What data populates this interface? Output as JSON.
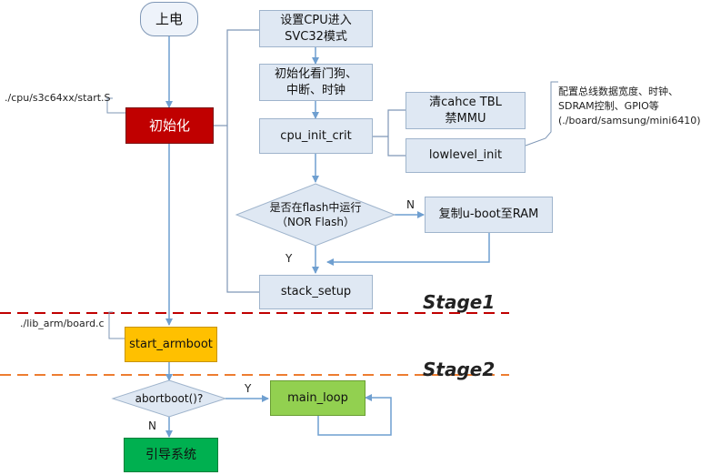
{
  "nodes": {
    "power_on": "上电",
    "init": "初始化",
    "set_cpu_line1": "设置CPU进入",
    "set_cpu_line2": "SVC32模式",
    "init_wdt_line1": "初始化看门狗、",
    "init_wdt_line2": "中断、时钟",
    "cpu_init_crit": "cpu_init_crit",
    "clear_cache_line1": "清cahce TBL",
    "clear_cache_line2": "禁MMU",
    "lowlevel_init": "lowlevel_init",
    "run_flash_line1": "是否在flash中运行",
    "run_flash_line2": "（NOR Flash）",
    "copy_uboot": "复制u-boot至RAM",
    "stack_setup": "stack_setup",
    "start_armboot": "start_armboot",
    "abortboot": "abortboot()?",
    "main_loop": "main_loop",
    "boot_system": "引导系统"
  },
  "labels": {
    "start_s": "./cpu/s3c64xx/start.S",
    "board_c": "./lib_arm/board.c",
    "note_line1": "配置总线数据宽度、时钟、",
    "note_line2": "SDRAM控制、GPIO等",
    "note_line3": "(./board/samsung/mini6410)",
    "stage1": "Stage1",
    "stage2": "Stage2",
    "flash_n": "N",
    "flash_y": "Y",
    "abort_y": "Y",
    "abort_n": "N"
  },
  "colors": {
    "stage1_line": "#c00000",
    "stage2_line": "#ed7d31",
    "arrow": "#6f9fd0",
    "connector": "#7f97b6"
  }
}
